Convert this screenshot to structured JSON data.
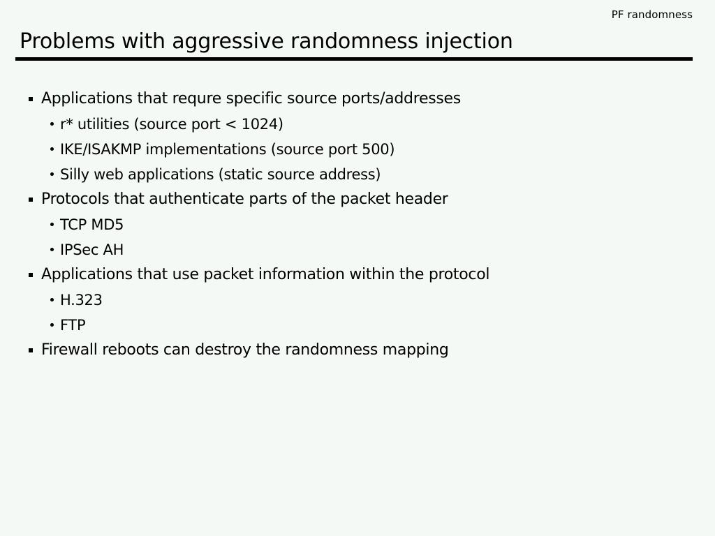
{
  "header": {
    "running_title": "PF randomness"
  },
  "title": {
    "text": "Problems with aggressive randomness injection"
  },
  "colors": {
    "background": "#f5f9f6",
    "text": "#000000",
    "rule": "#000000"
  },
  "bullets": [
    {
      "level": 1,
      "marker": "square-bullet",
      "text": "Applications that requre specific source ports/addresses"
    },
    {
      "level": 2,
      "marker": "dot-bullet",
      "text": "r* utilities (source port < 1024)"
    },
    {
      "level": 2,
      "marker": "dot-bullet",
      "text": "IKE/ISAKMP implementations (source port 500)"
    },
    {
      "level": 2,
      "marker": "dot-bullet",
      "text": "Silly web applications (static source address)"
    },
    {
      "level": 1,
      "marker": "square-bullet",
      "text": "Protocols that authenticate parts of the packet header"
    },
    {
      "level": 2,
      "marker": "dot-bullet",
      "text": "TCP MD5"
    },
    {
      "level": 2,
      "marker": "dot-bullet",
      "text": "IPSec AH"
    },
    {
      "level": 1,
      "marker": "square-bullet",
      "text": "Applications that use packet information within the protocol"
    },
    {
      "level": 2,
      "marker": "dot-bullet",
      "text": "H.323"
    },
    {
      "level": 2,
      "marker": "dot-bullet",
      "text": "FTP"
    },
    {
      "level": 1,
      "marker": "square-bullet",
      "text": "Firewall reboots can destroy the randomness mapping"
    }
  ]
}
